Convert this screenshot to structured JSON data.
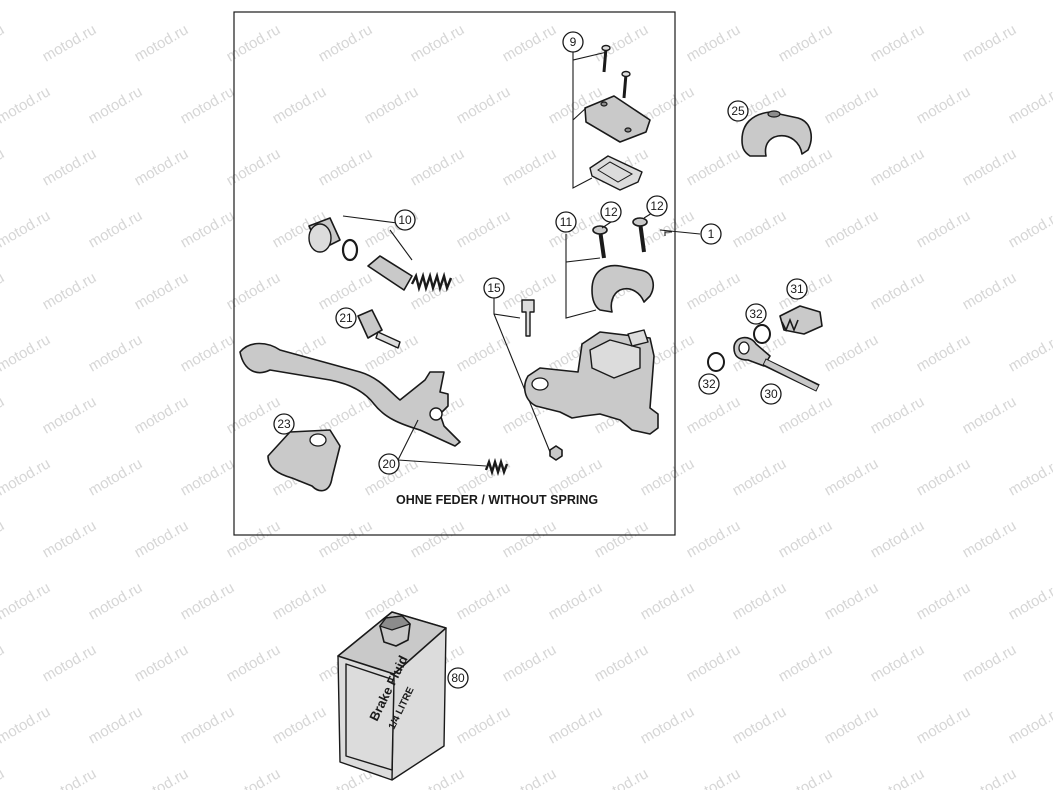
{
  "watermark": "motod.ru",
  "note": "OHNE FEDER / WITHOUT SPRING",
  "bottle": {
    "label_line1": "Brake Fluid",
    "label_line2": "1/4 LITRE"
  },
  "callouts": {
    "c1": "1",
    "c9": "9",
    "c10": "10",
    "c11": "11",
    "c12a": "12",
    "c12b": "12",
    "c15": "15",
    "c20": "20",
    "c21": "21",
    "c23": "23",
    "c25": "25",
    "c30": "30",
    "c31": "31",
    "c32a": "32",
    "c32b": "32",
    "c80": "80"
  }
}
